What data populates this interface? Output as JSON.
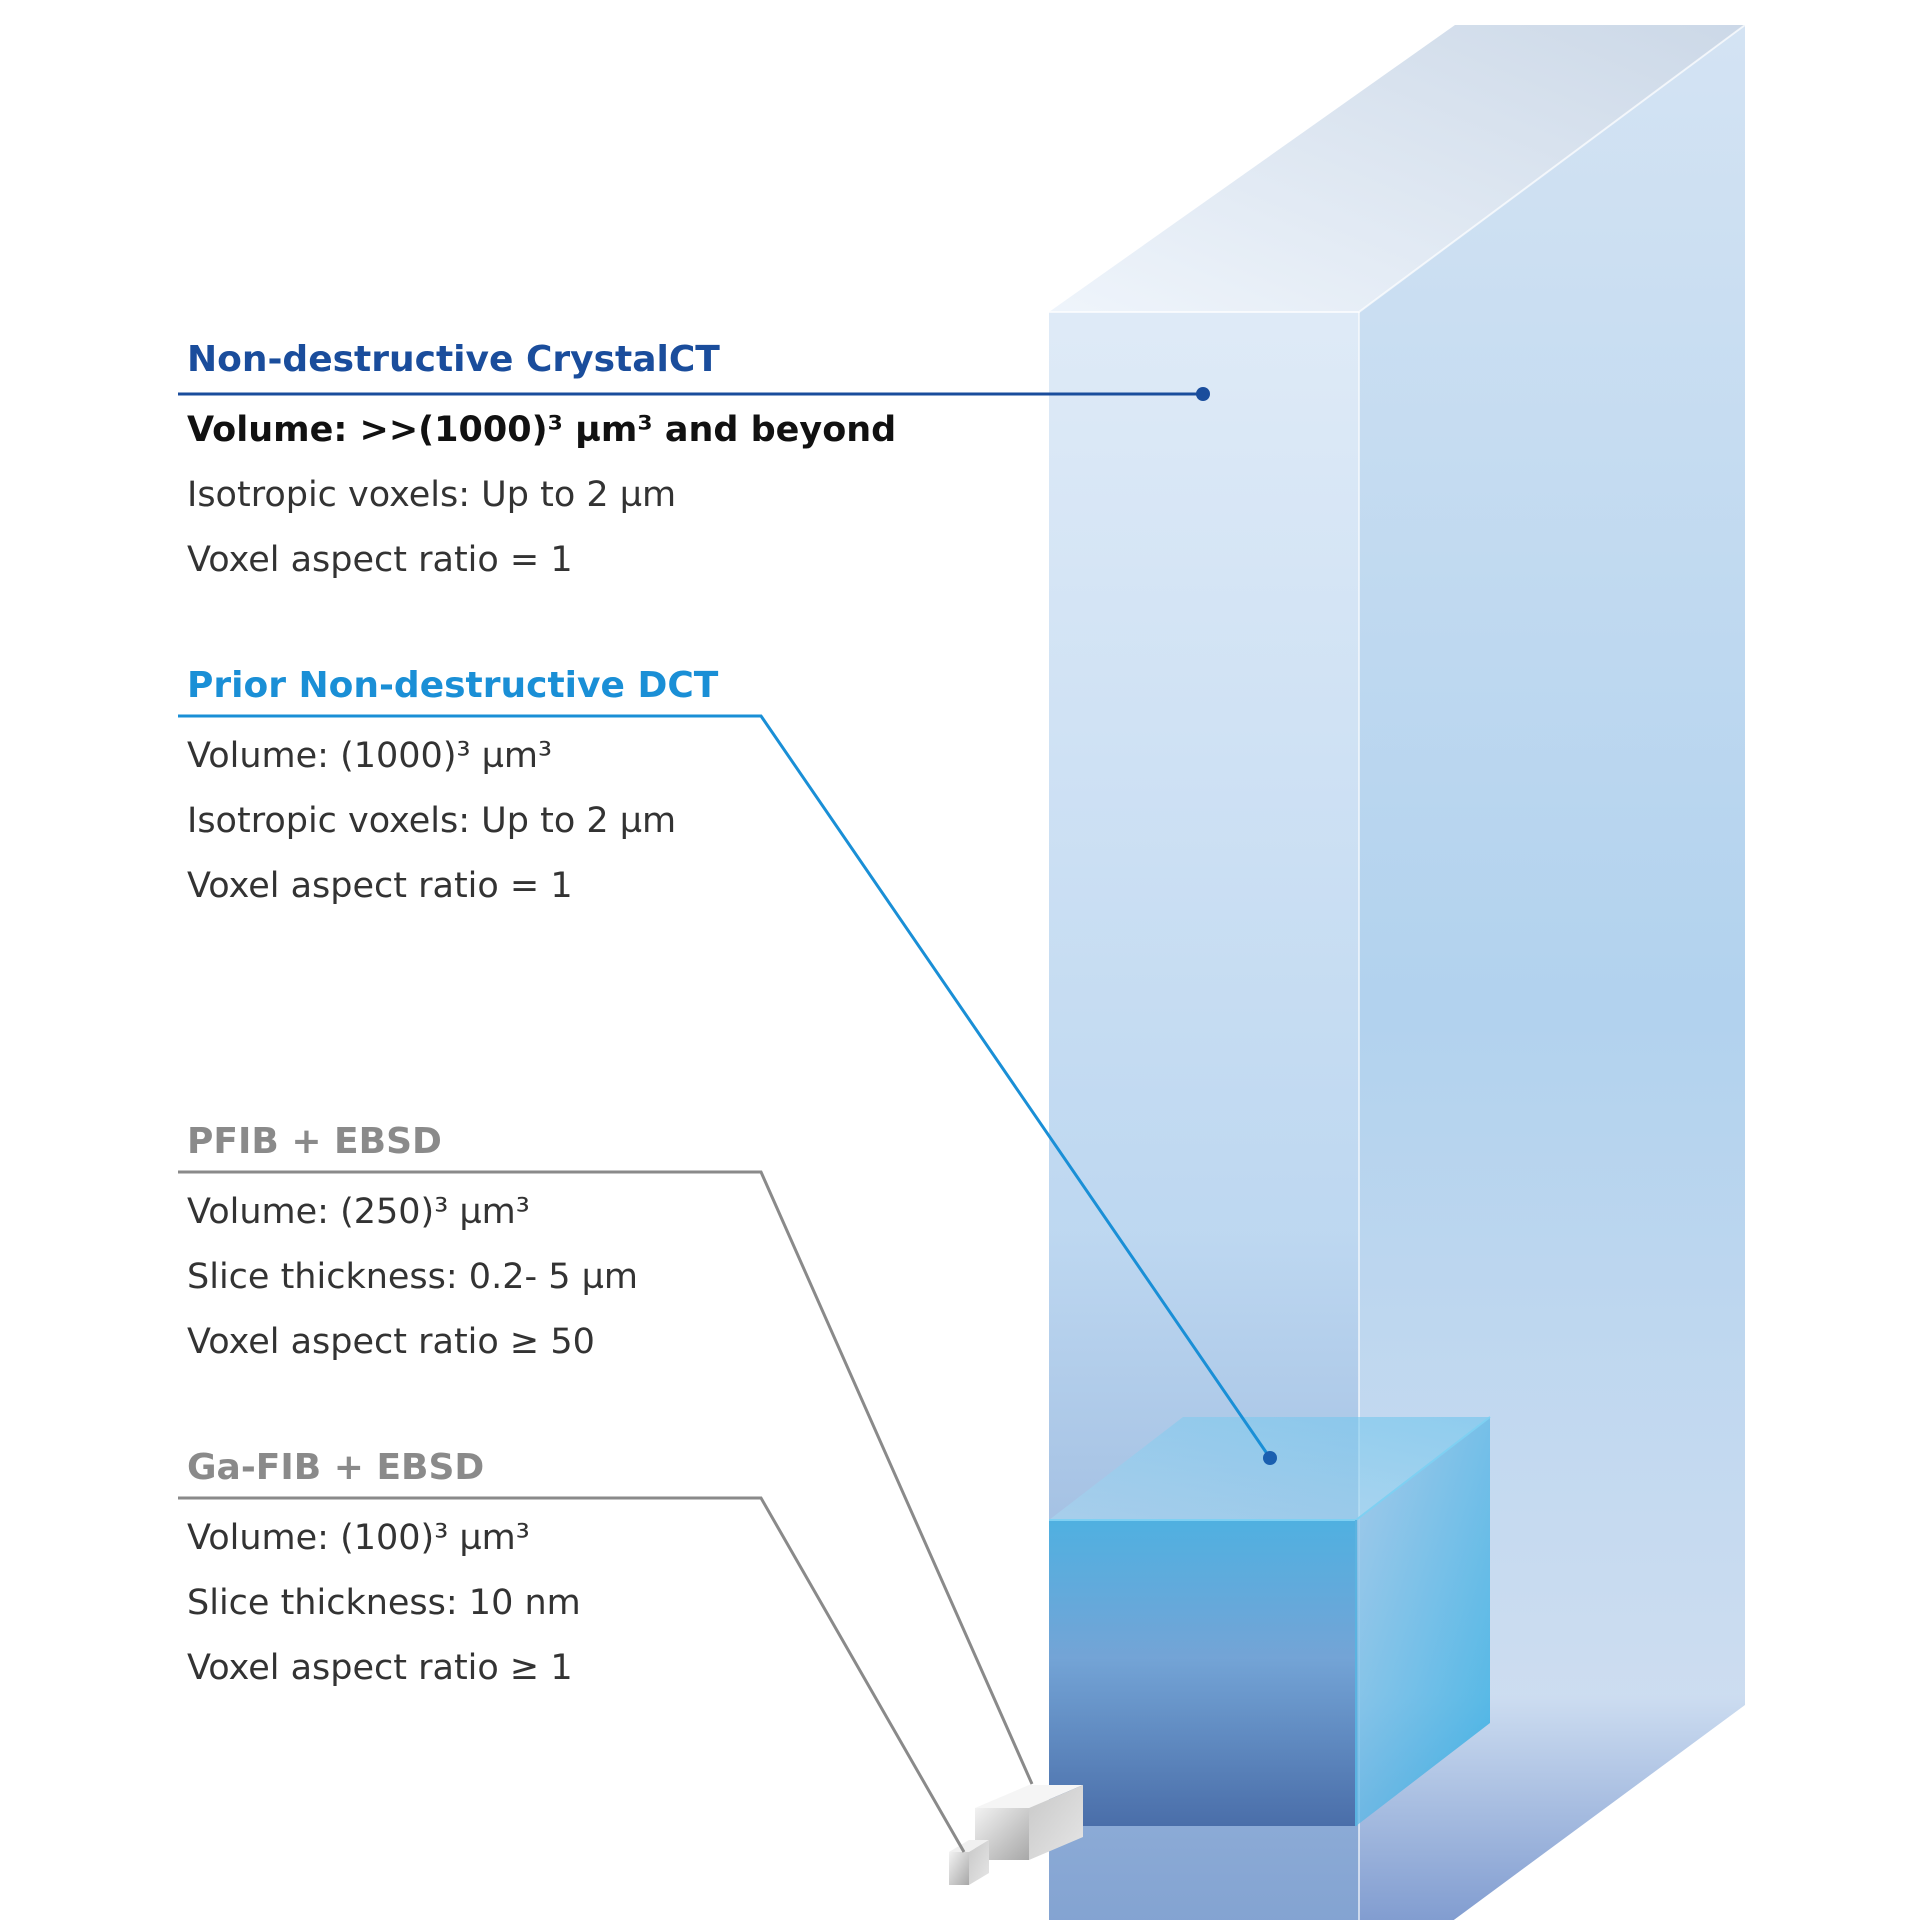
{
  "sections": [
    {
      "id": "crystalct",
      "heading": "Non-destructive CrystalCT",
      "lines": [
        "Volume: >>(1000)³ µm³ and beyond",
        "Isotropic voxels: Up to 2 µm",
        "Voxel aspect ratio = 1"
      ],
      "color": "#1a4d9c"
    },
    {
      "id": "prior-dct",
      "heading": "Prior Non-destructive DCT",
      "lines": [
        "Volume: (1000)³ µm³",
        "Isotropic voxels: Up to 2 µm",
        "Voxel aspect ratio = 1"
      ],
      "color": "#1a8fd6"
    },
    {
      "id": "pfib",
      "heading": "PFIB + EBSD",
      "lines": [
        "Volume: (250)³ µm³",
        "Slice thickness: 0.2- 5 µm",
        "Voxel aspect ratio ≥ 50"
      ],
      "color": "#8a8a8a"
    },
    {
      "id": "gafib",
      "heading": "Ga-FIB + EBSD",
      "lines": [
        "Volume: (100)³ µm³",
        "Slice thickness: 10 nm",
        "Voxel aspect ratio ≥ 1"
      ],
      "color": "#8a8a8a"
    }
  ]
}
